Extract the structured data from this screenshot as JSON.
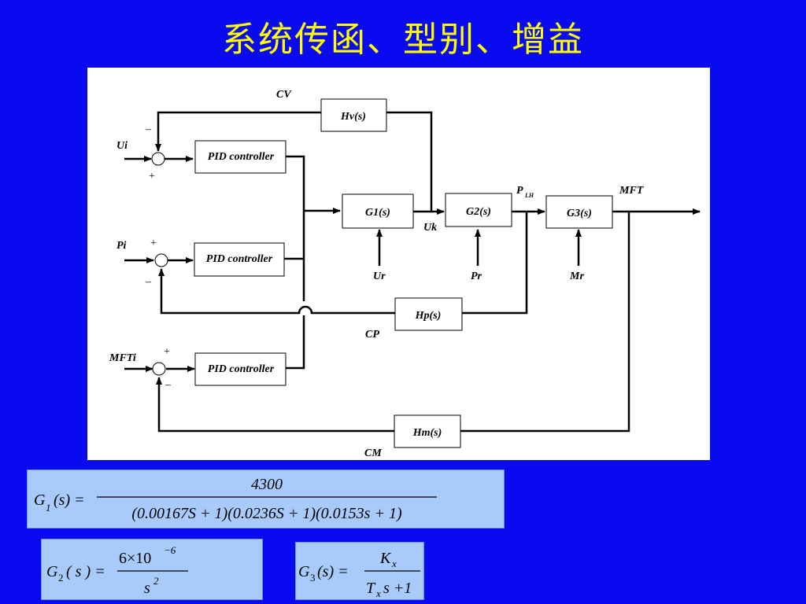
{
  "title": "系统传函、型别、增益",
  "diagram": {
    "blocks": {
      "hv": "Hv(s)",
      "pid1": "PID controller",
      "pid2": "PID controller",
      "pid3": "PID controller",
      "g1": "G1(s)",
      "g2": "G2(s)",
      "g3": "G3(s)",
      "hp": "Hp(s)",
      "hm": "Hm(s)"
    },
    "signals": {
      "cv": "CV",
      "ui": "Ui",
      "pi": "Pi",
      "mfti": "MFTi",
      "uk": "Uk",
      "plh_main": "P",
      "plh_sub": "LH",
      "mft": "MFT",
      "ur": "Ur",
      "pr": "Pr",
      "mr": "Mr",
      "cp": "CP",
      "cm": "CM"
    },
    "signs": {
      "s1_top": "–",
      "s1_bottom": "+",
      "s2_top": "+",
      "s2_bottom": "–",
      "s3_top": "+",
      "s3_bottom": "–"
    }
  },
  "formulas": {
    "g1": {
      "lhs_main": "G",
      "lhs_sub": "1",
      "lhs_rest": "(s) =",
      "numerator": "4300",
      "denominator": "(0.00167S + 1)(0.0236S + 1)(0.0153s + 1)"
    },
    "g2": {
      "lhs_main": "G",
      "lhs_sub": "2",
      "lhs_rest": "( s ) =",
      "num_coef": "6×10",
      "num_exp": "−6",
      "den_main": "s",
      "den_exp": "2"
    },
    "g3": {
      "lhs_main": "G",
      "lhs_sub": "3",
      "lhs_rest": "(s) =",
      "num_main": "K",
      "num_sub": "x",
      "den_main": "T",
      "den_sub": "x",
      "den_rest": "s +1"
    }
  }
}
